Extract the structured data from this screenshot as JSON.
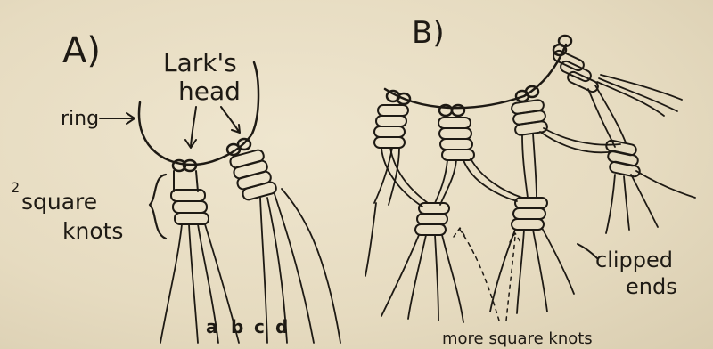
{
  "diagram_a": {
    "panel_label": "A)",
    "ring_label": "ring",
    "larks_head_line1": "Lark's",
    "larks_head_line2": "head",
    "square_knots_line1": "2",
    "square_knots_line2": "square",
    "square_knots_line3": "knots",
    "cord_labels": [
      "a",
      "b",
      "c",
      "d"
    ]
  },
  "diagram_b": {
    "panel_label": "B)",
    "clipped_ends_line1": "clipped",
    "clipped_ends_line2": "ends",
    "more_square_knots": "more square knots"
  },
  "colors": {
    "paper": "#e9dfc6",
    "ink": "#1e1a14"
  }
}
